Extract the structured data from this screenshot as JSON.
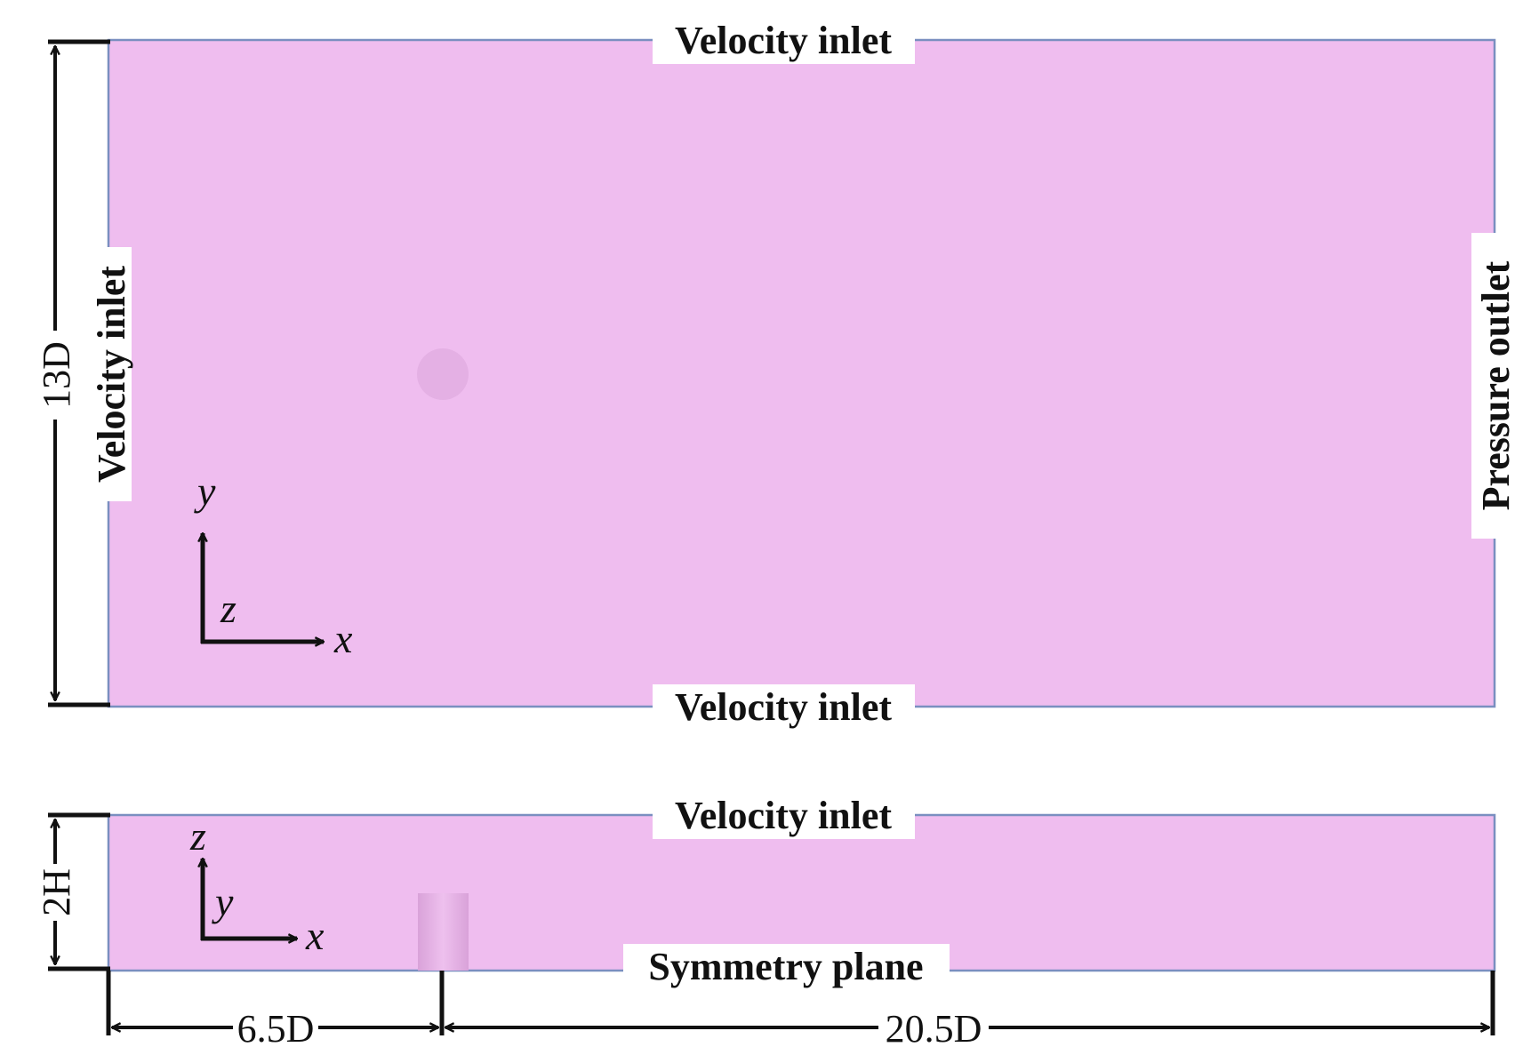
{
  "colors": {
    "domain_fill": "#efbdef",
    "domain_border": "#7a8fc0",
    "cylinder_fill": "#e4b0e4",
    "ink": "#111111"
  },
  "top_view": {
    "boundaries": {
      "top": "Velocity inlet",
      "bottom": "Velocity inlet",
      "left": "Velocity inlet",
      "right": "Pressure outlet"
    },
    "height_dimension": "13D",
    "axes": {
      "horizontal": "x",
      "vertical": "y",
      "out_of_plane": "z"
    }
  },
  "side_view": {
    "boundaries": {
      "top": "Velocity inlet",
      "bottom": "Symmetry plane"
    },
    "height_dimension": "2H",
    "upstream_dimension": "6.5D",
    "downstream_dimension": "20.5D",
    "axes": {
      "horizontal": "x",
      "vertical": "z",
      "into_plane": "y"
    }
  }
}
